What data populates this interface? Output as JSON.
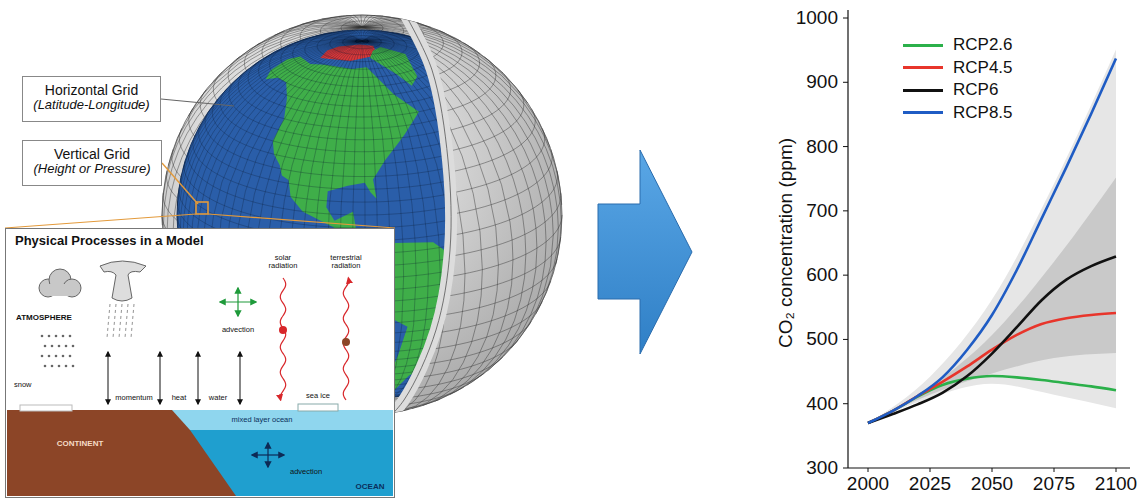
{
  "diagram": {
    "nodes": [
      {
        "text": [
          "Horizontal Grid",
          "(Latitude-Longitude)"
        ]
      },
      {
        "text": [
          "Vertical Grid",
          "(Height or Pressure)"
        ]
      },
      {
        "text": [
          "Physical Processes in a Model"
        ]
      }
    ],
    "labels": [
      "ATMOSPHERE",
      "solar radiation",
      "terrestrial radiation",
      "advection",
      "snow",
      "momentum",
      "heat",
      "water",
      "sea ice",
      "CONTINENT",
      "mixed layer ocean",
      "advection",
      "OCEAN",
      "1000",
      "900",
      "800",
      "700",
      "600",
      "500",
      "400",
      "300",
      "2000",
      "2025",
      "2050",
      "2075",
      "2100",
      "CO₂ concentration (ppm)"
    ],
    "legend": [
      {
        "text": "RCP2.6"
      },
      {
        "text": "RCP4.5"
      },
      {
        "text": "RCP6"
      },
      {
        "text": "RCP8.5"
      }
    ]
  }
}
